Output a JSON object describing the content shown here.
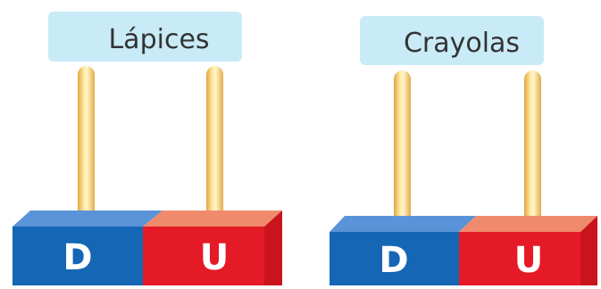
{
  "abacuses": [
    {
      "title": "Lápices",
      "tens_label": "D",
      "units_label": "U"
    },
    {
      "title": "Crayolas",
      "tens_label": "D",
      "units_label": "U"
    }
  ],
  "colors": {
    "label_bg": "#c9ebf7",
    "tens_front": "#1566b5",
    "tens_top": "#5a93d8",
    "units_front": "#e51a27",
    "units_top": "#f08a6c",
    "units_side": "#c9141d",
    "rod_light": "#fff1b0",
    "rod_dark": "#e8b14d",
    "text": "#333333",
    "block_text": "#ffffff"
  }
}
